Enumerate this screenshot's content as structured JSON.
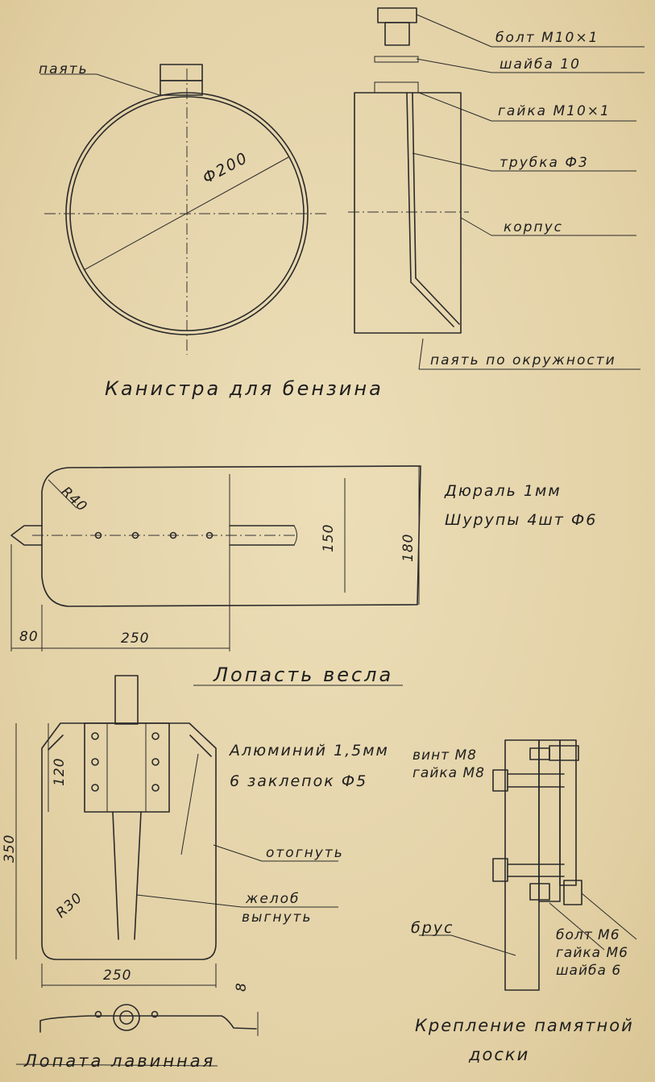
{
  "canister": {
    "title": "Канистра для бензина",
    "labels": {
      "solder_top": "паять",
      "diameter": "Ф200",
      "bolt": "болт М10×1",
      "washer": "шайба 10",
      "nut": "гайка М10×1",
      "tube": "трубка Ф3",
      "body": "корпус",
      "solder_circ": "паять по окружности"
    }
  },
  "oar": {
    "title": "Лопасть весла",
    "note_line1": "Дюраль 1мм",
    "note_line2": "Шурупы 4шт Ф6",
    "dims": {
      "radius": "R40",
      "inner_h": "150",
      "outer_h": "180",
      "shaft": "80",
      "width": "250"
    }
  },
  "shovel": {
    "title": "Лопата лавинная",
    "note_line1": "Алюминий 1,5мм",
    "note_line2": "6 заклепок Ф5",
    "bend": "отогнуть",
    "groove_line1": "желоб",
    "groove_line2": "выгнуть",
    "dims": {
      "plate": "120",
      "height": "350",
      "radius": "R30",
      "width": "250",
      "depth": "8"
    }
  },
  "mount": {
    "title_line1": "Крепление памятной",
    "title_line2": "доски",
    "screw": "винт М8",
    "nut8": "гайка М8",
    "beam": "брус",
    "bolt6": "болт М6",
    "nut6": "гайка М6",
    "washer6": "шайба 6"
  }
}
